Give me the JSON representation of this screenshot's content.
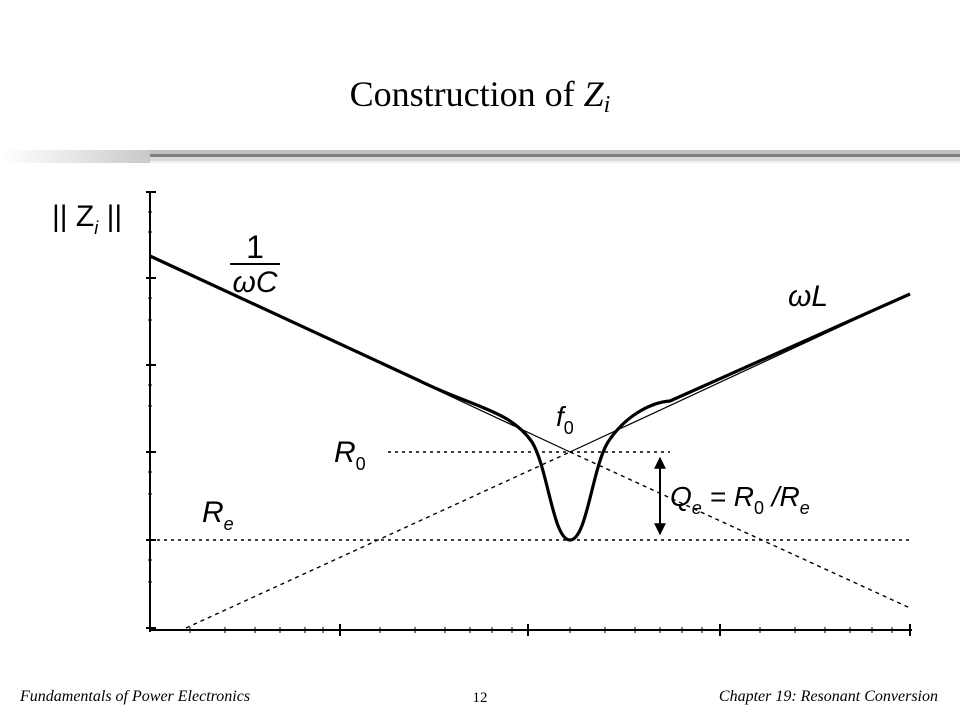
{
  "title": {
    "text": "Construction of ",
    "symbol": "Z",
    "subscript": "i"
  },
  "diagram": {
    "y_axis_label": {
      "main": "|| Z",
      "sub": "i",
      "end": " ||"
    },
    "cap_label": {
      "numerator": "1",
      "denominator": "ωC"
    },
    "ind_label": "ωL",
    "f0_label": {
      "main": "f",
      "sub": "0"
    },
    "r0_label": {
      "main": "R",
      "sub": "0"
    },
    "re_label": {
      "main": "R",
      "sub": "e"
    },
    "q_label": {
      "q": "Q",
      "q_sub": "e",
      "eq": " = R",
      "r0_sub": "0",
      "slash": " /R",
      "re_sub": "e"
    }
  },
  "footer": {
    "left": "Fundamentals of Power Electronics",
    "page": "12",
    "right": "Chapter 19: Resonant Conversion"
  }
}
